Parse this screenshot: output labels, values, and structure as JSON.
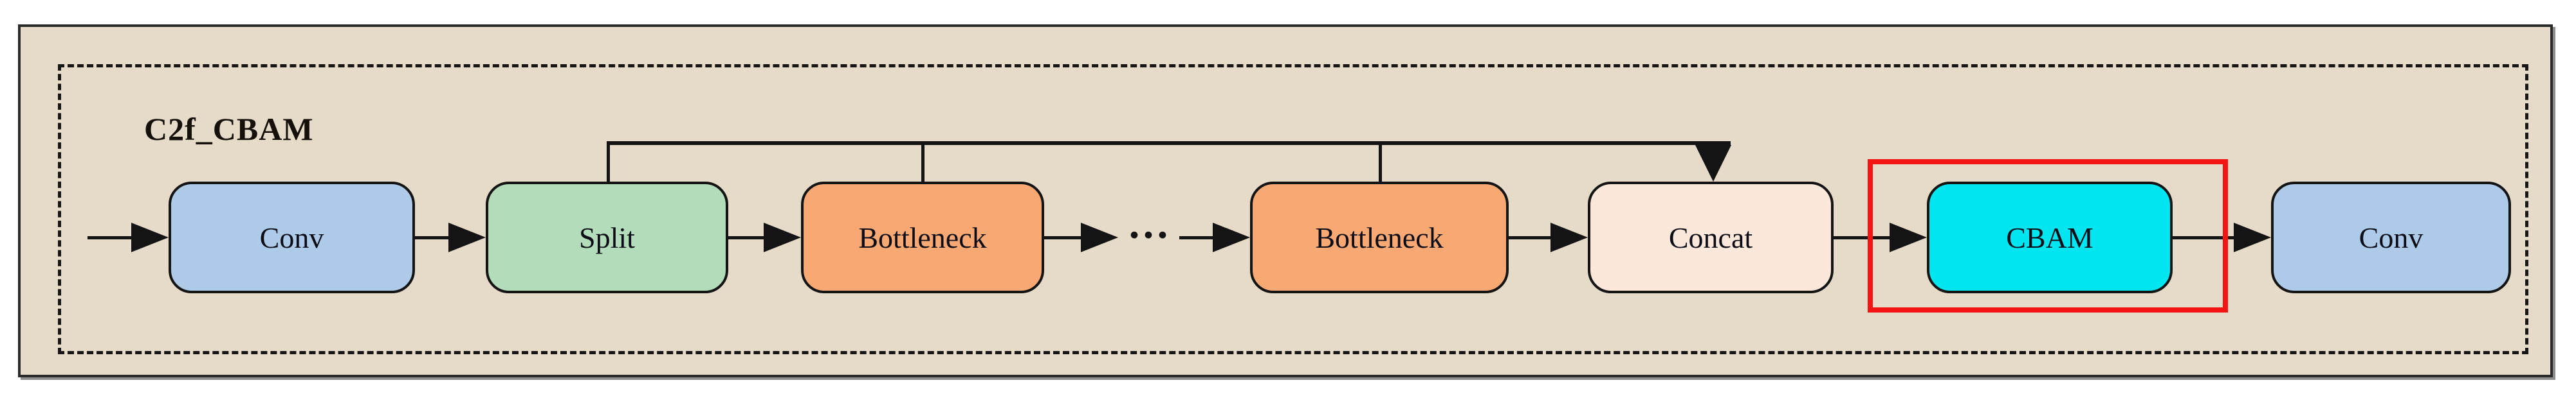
{
  "diagram": {
    "title": "C2f_CBAM",
    "ellipsis": "···",
    "nodes": [
      {
        "id": "conv_in",
        "label": "Conv",
        "color": "#adcbe9"
      },
      {
        "id": "split",
        "label": "Split",
        "color": "#b2dcba"
      },
      {
        "id": "bottleneck_1",
        "label": "Bottleneck",
        "color": "#f8a872"
      },
      {
        "id": "bottleneck_n",
        "label": "Bottleneck",
        "color": "#f8a872"
      },
      {
        "id": "concat",
        "label": "Concat",
        "color": "#fce8da"
      },
      {
        "id": "cbam",
        "label": "CBAM",
        "color": "#00e6f0",
        "highlighted": true
      },
      {
        "id": "conv_out",
        "label": "Conv",
        "color": "#adcbe9"
      }
    ],
    "edges": [
      {
        "from": "input",
        "to": "conv_in"
      },
      {
        "from": "conv_in",
        "to": "split"
      },
      {
        "from": "split",
        "to": "bottleneck_1"
      },
      {
        "from": "bottleneck_1",
        "to": "bottleneck_n",
        "via": "ellipsis"
      },
      {
        "from": "bottleneck_n",
        "to": "concat"
      },
      {
        "from": "concat",
        "to": "cbam"
      },
      {
        "from": "cbam",
        "to": "conv_out"
      },
      {
        "from": "split",
        "to": "concat",
        "type": "skip"
      },
      {
        "from": "bottleneck_1",
        "to": "concat",
        "type": "skip"
      },
      {
        "from": "bottleneck_n",
        "to": "concat",
        "type": "skip"
      }
    ],
    "colors": {
      "page_background": "#ffffff",
      "panel_fill": "#e5dbc8",
      "panel_border": "#2a2a2a",
      "dashed_border": "#161616",
      "line": "#141414",
      "text": "#0d0d18",
      "highlight_red": "#f51414",
      "conv_fill": "#adcbe9",
      "split_fill": "#b2dcba",
      "bottleneck_fill": "#f8a872",
      "concat_fill": "#fce8da",
      "cbam_fill": "#00e6f0"
    }
  }
}
